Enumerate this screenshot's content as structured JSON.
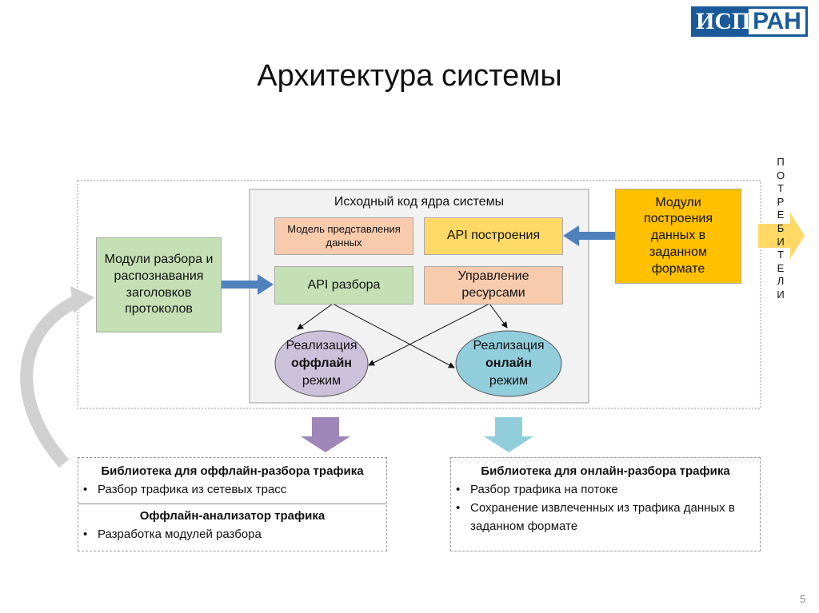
{
  "logo": {
    "text_left": "ИСП",
    "text_right": "РАН"
  },
  "title": "Архитектура системы",
  "core": {
    "title": "Исходный код ядра системы",
    "data_model": "Модель представления данных",
    "api_build": "API построения",
    "api_parse": "API разбора",
    "resources": "Управление ресурсами",
    "offline": {
      "l1": "Реализация",
      "l2": "оффлайн",
      "l3": "режим"
    },
    "online": {
      "l1": "Реализация",
      "l2": "онлайн",
      "l3": "режим"
    }
  },
  "parse_modules": "Модули разбора и распознавания заголовков протоколов",
  "build_modules": "Модули построения данных в заданном формате",
  "consumers": "ПОТРЕБИТЕЛИ",
  "offline_lib": {
    "title": "Библиотека для оффлайн-разбора трафика",
    "items": [
      "Разбор трафика из сетевых трасс"
    ],
    "title2": "Оффлайн-анализатор трафика",
    "items2": [
      "Разработка модулей разбора"
    ]
  },
  "online_lib": {
    "title": "Библиотека для онлайн-разбора трафика",
    "items": [
      "Разбор трафика на потоке",
      "Сохранение извлеченных из трафика данных в заданном формате"
    ]
  },
  "page_number": "5",
  "colors": {
    "orange": "#f8cbad",
    "yellow": "#ffd966",
    "green": "#c5e0b4",
    "gold": "#ffc000",
    "purple": "#ccc1da",
    "teal": "#92cddc",
    "arrow_blue": "#4f81bd"
  }
}
